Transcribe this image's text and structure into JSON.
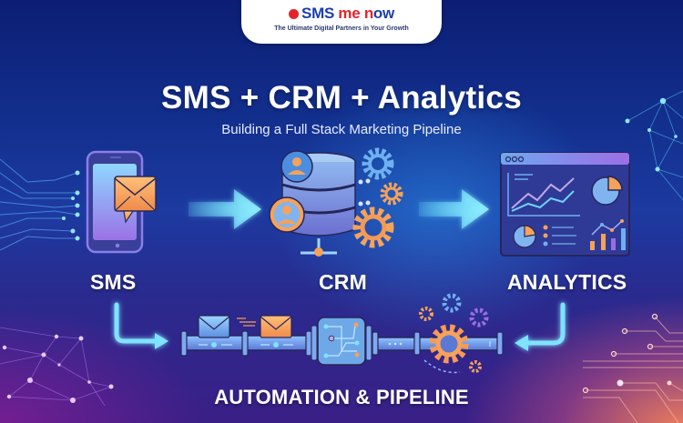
{
  "logo": {
    "brand_part1": "SMS ",
    "brand_part2": "me n",
    "brand_part3": "w",
    "tagline": "The Ultimate Digital Partners in Your Growth",
    "colors": {
      "blue": "#1a3fae",
      "red": "#e3242b"
    }
  },
  "header": {
    "title": "SMS + CRM + Analytics",
    "subtitle": "Building a Full Stack Marketing Pipeline"
  },
  "stages": [
    {
      "label": "SMS",
      "icon": "phone-message-icon"
    },
    {
      "label": "CRM",
      "icon": "database-users-gears-icon"
    },
    {
      "label": "ANALYTICS",
      "icon": "dashboard-charts-icon"
    }
  ],
  "pipeline": {
    "label": "AUTOMATION & PIPELINE",
    "icons": [
      "envelope-icon",
      "envelope-icon",
      "circuit-chip-icon",
      "gears-icon"
    ]
  },
  "colors": {
    "background_top": "#0c1e74",
    "background_bottom": "#3a1f86",
    "accent_cyan": "#6fe3ff",
    "accent_orange": "#f5a25a",
    "accent_purple": "#9b6ee0"
  }
}
